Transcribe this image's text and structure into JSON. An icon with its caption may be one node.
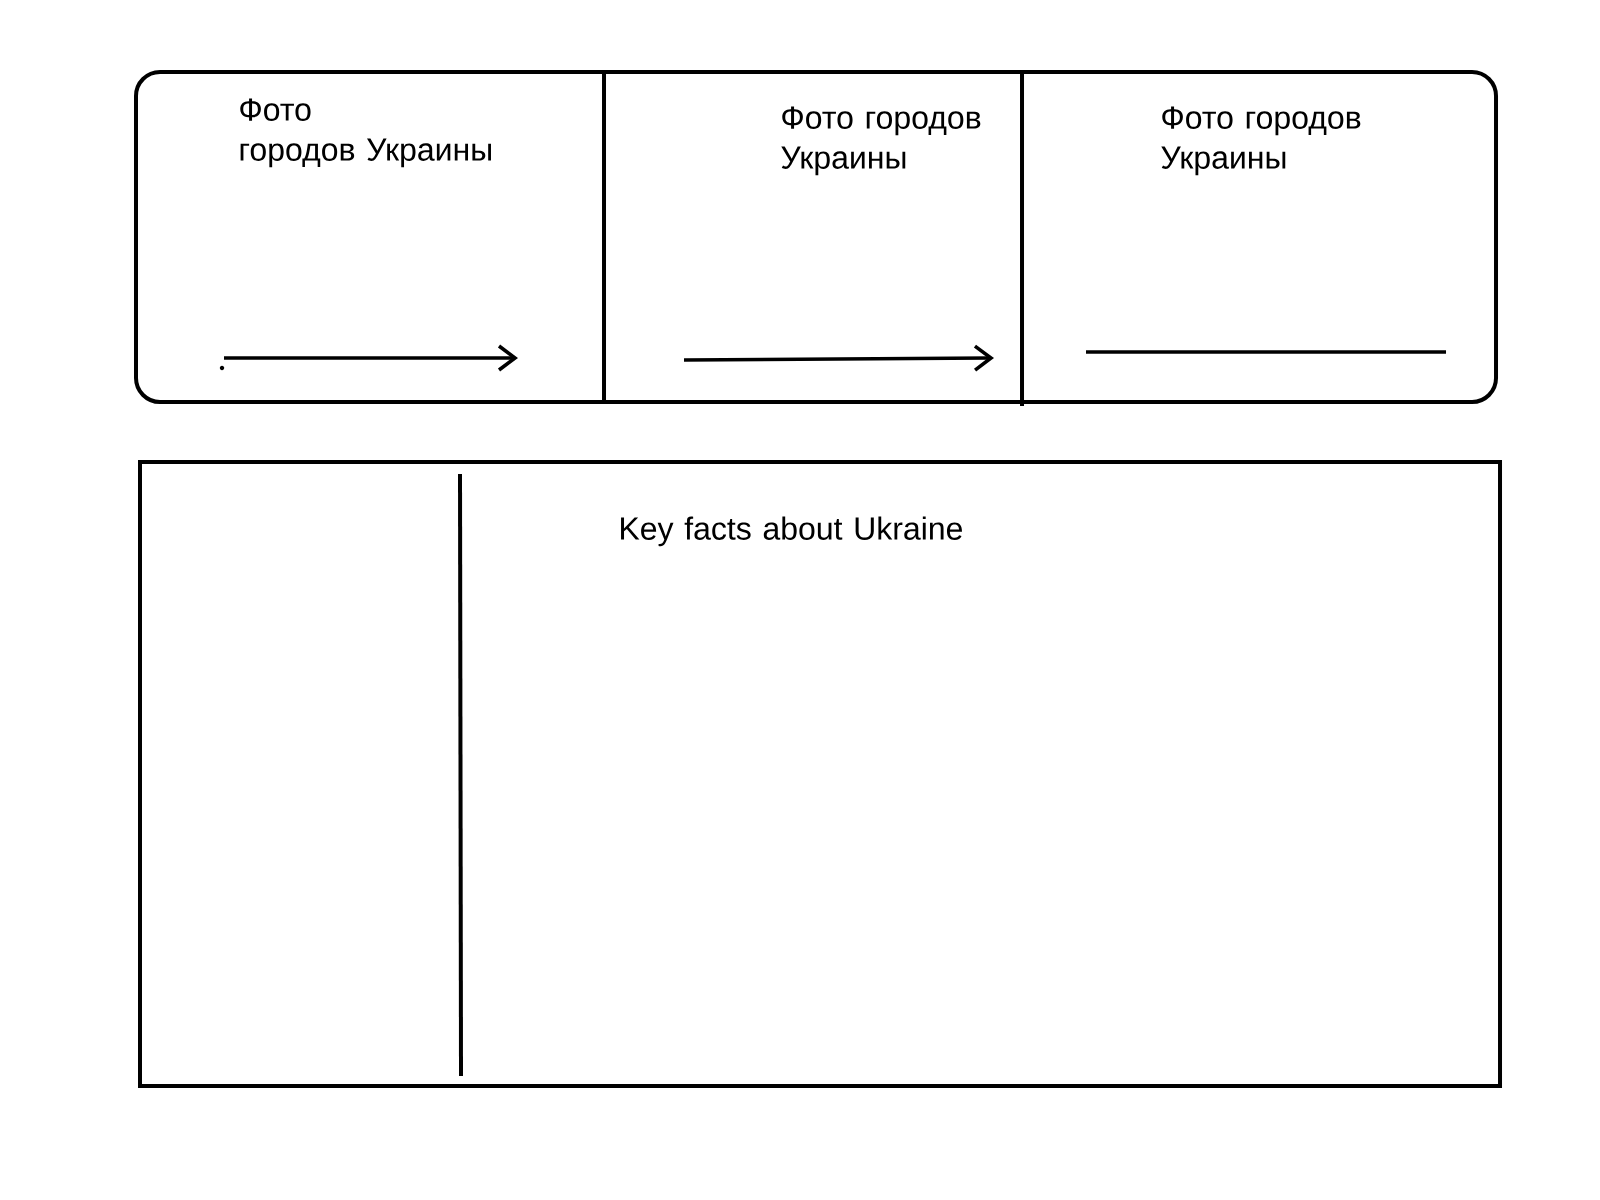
{
  "diagram": {
    "nodes": [
      {
        "text": [],
        "shape": "box"
      },
      {
        "text": [
          "Фото городов Украины"
        ],
        "in": 0
      },
      {
        "text": [
          "Фото городов Украины"
        ],
        "in": 0
      },
      {
        "text": [
          "Фото городов Украины"
        ],
        "in": 0
      },
      {
        "text": [],
        "shape": "box"
      },
      {
        "text": [
          "Key facts about Ukraine"
        ],
        "in": 4
      }
    ]
  }
}
